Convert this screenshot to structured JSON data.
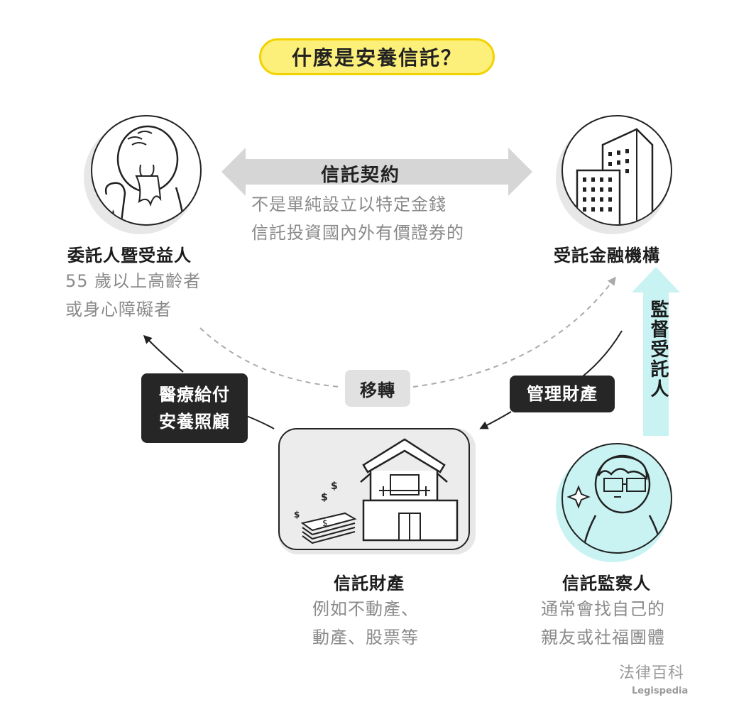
{
  "title": "什麼是安養信託？",
  "contract": {
    "label": "信託契約",
    "desc_line1": "不是單純設立以特定金錢",
    "desc_line2": "信託投資國內外有價證券的"
  },
  "settlor": {
    "name": "委託人暨受益人",
    "desc_line1": "55 歲以上高齡者",
    "desc_line2": "或身心障礙者"
  },
  "trustee": {
    "name": "受託金融機構"
  },
  "property": {
    "name": "信託財產",
    "desc_line1": "例如不動產、",
    "desc_line2": "動產、股票等"
  },
  "supervisor": {
    "name": "信託監察人",
    "desc_line1": "通常會找自己的",
    "desc_line2": "親友或社福團體"
  },
  "labels": {
    "transfer": "移轉",
    "manage": "管理財產",
    "benefit_line1": "醫療給付",
    "benefit_line2": "安養照顧",
    "supervise": "監督受託人"
  },
  "footer": {
    "logo": "法律百科",
    "sub": "Legispedia"
  },
  "colors": {
    "title_fill": "#fcf07a",
    "title_border": "#f2d200",
    "supervise_arrow": "#c9f3f3",
    "contract_arrow": "#d6d6d6",
    "dark_label": "#262626"
  }
}
